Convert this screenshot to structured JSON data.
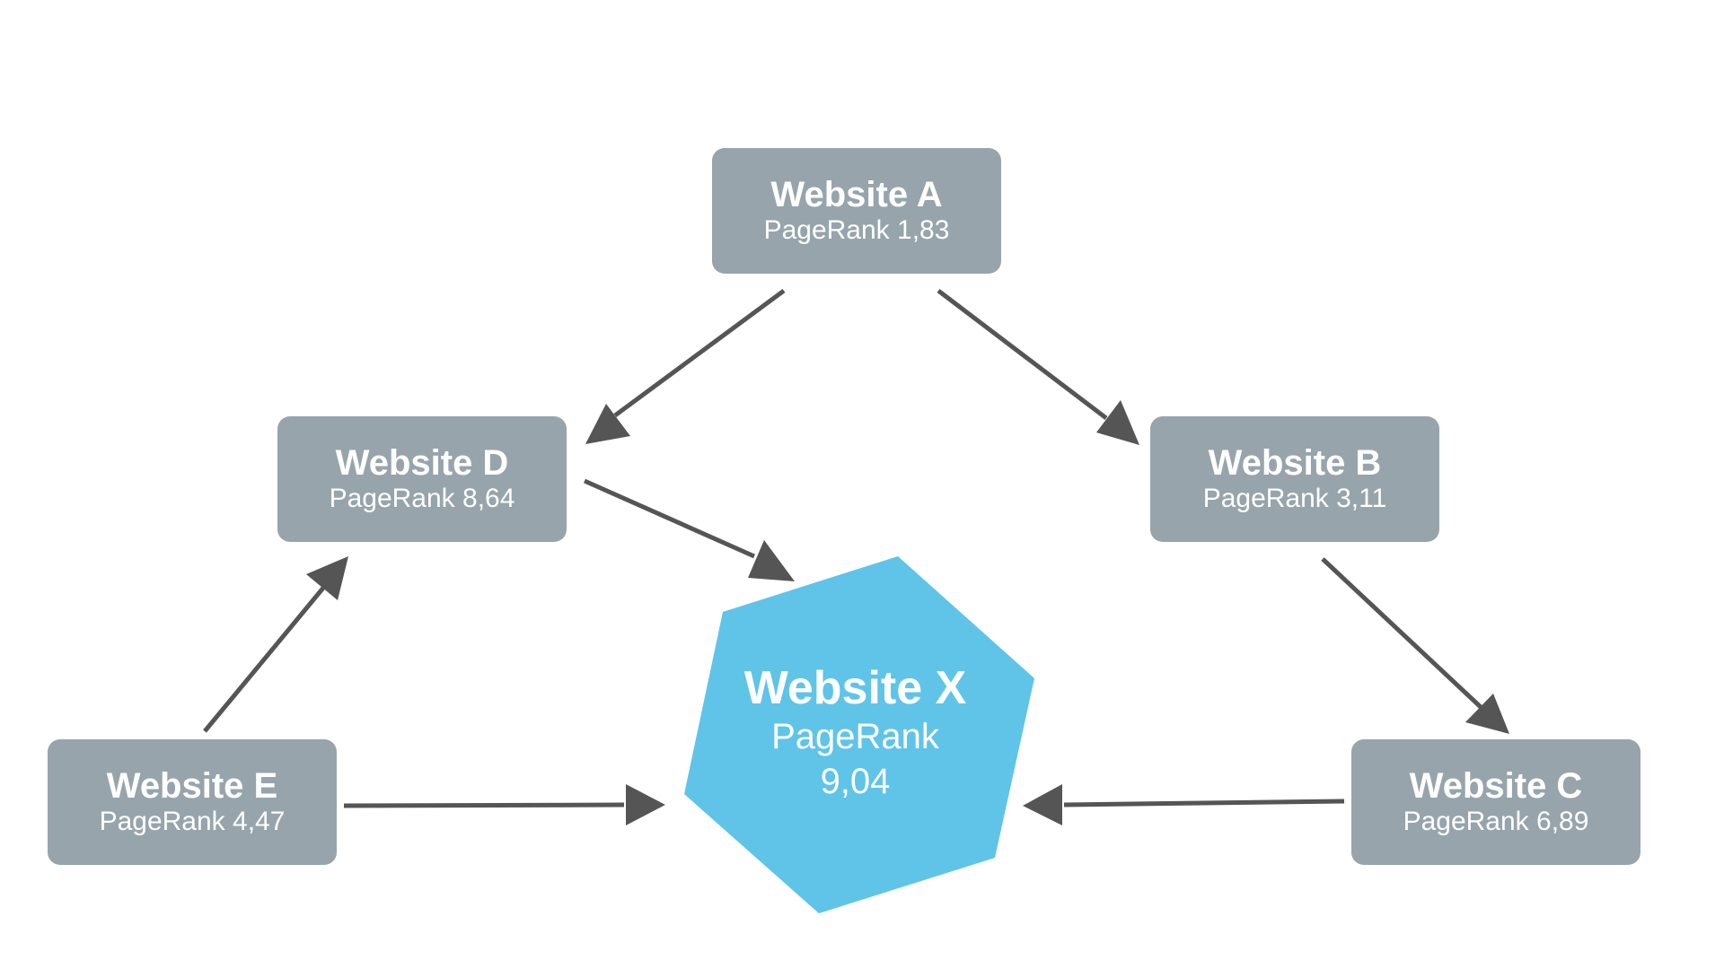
{
  "colors": {
    "node_fill": "#97a4ac",
    "center_fill": "#5fc4e8",
    "arrow": "#555555",
    "text": "#ffffff"
  },
  "nodes": {
    "a": {
      "title": "Website A",
      "rank": "PageRank 1,83"
    },
    "b": {
      "title": "Website B",
      "rank": "PageRank 3,11"
    },
    "c": {
      "title": "Website C",
      "rank": "PageRank 6,89"
    },
    "d": {
      "title": "Website D",
      "rank": "PageRank 8,64"
    },
    "e": {
      "title": "Website E",
      "rank": "PageRank 4,47"
    },
    "x": {
      "title": "Website X",
      "rank_line1": "PageRank",
      "rank_line2": "9,04"
    }
  },
  "edges": [
    {
      "from": "Website A",
      "to": "Website D"
    },
    {
      "from": "Website A",
      "to": "Website B"
    },
    {
      "from": "Website D",
      "to": "Website X"
    },
    {
      "from": "Website B",
      "to": "Website C"
    },
    {
      "from": "Website E",
      "to": "Website D"
    },
    {
      "from": "Website E",
      "to": "Website X"
    },
    {
      "from": "Website C",
      "to": "Website X"
    }
  ]
}
